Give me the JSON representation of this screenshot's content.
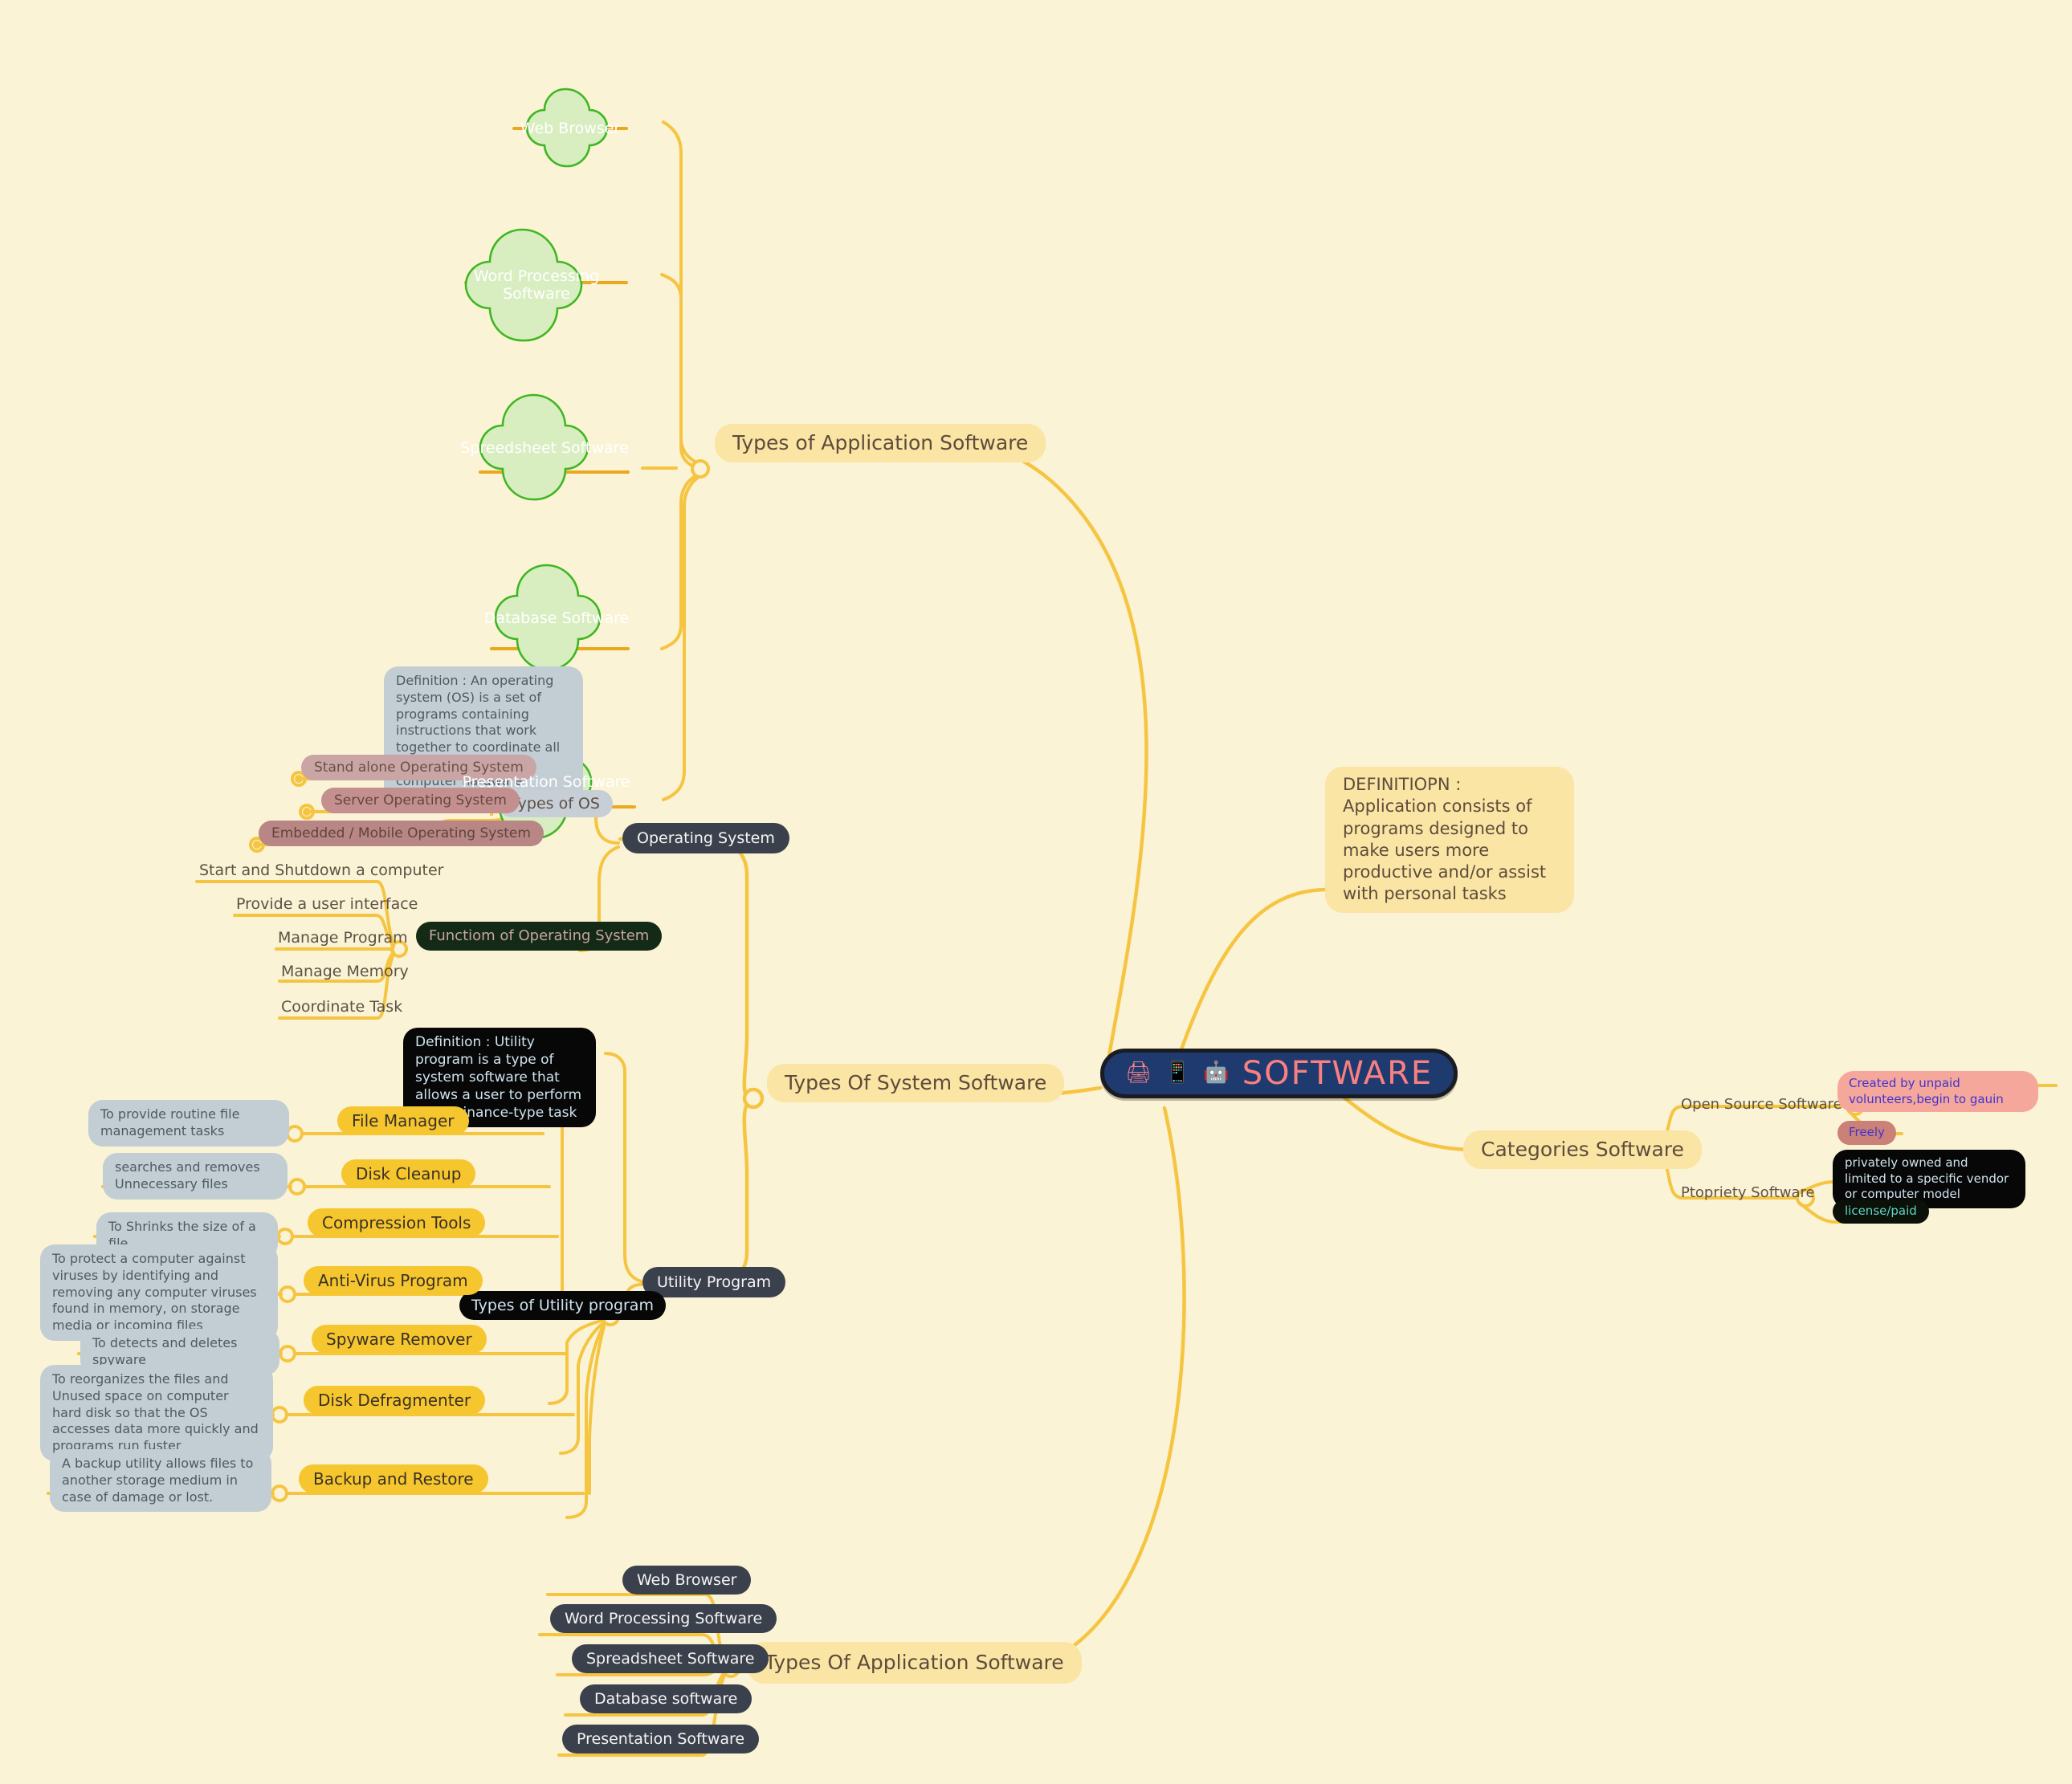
{
  "canvas": {
    "background": "#fbf3d5",
    "wire_color": "#f5c542"
  },
  "root": {
    "title": "SOFTWARE",
    "icons": [
      "printer-icon",
      "smartphone-icon",
      "windows-logo-icon"
    ],
    "bg": "#1f3a6e",
    "text_color": "#f98080"
  },
  "branches": {
    "types_of_application_software_top": {
      "label": "Types of Application Software",
      "children": [
        {
          "label": "Web Browser",
          "shape": "cloud"
        },
        {
          "label": "Word Processing Software",
          "shape": "cloud"
        },
        {
          "label": "Spreedsheet Software",
          "shape": "cloud"
        },
        {
          "label": "Database Software",
          "shape": "cloud"
        },
        {
          "label": "Presentation Software",
          "shape": "cloud"
        }
      ]
    },
    "types_of_system_software": {
      "label": "Types Of System Software",
      "children": [
        {
          "label": "Operating System",
          "definition": "Definition : An operating system (OS) is a set of programs containing instructions that work together to coordinate all the activities among computer hardware resources.",
          "sub": {
            "types_of_os": {
              "label": "Types of OS",
              "items": [
                "Stand alone Operating System",
                "Server Operating System",
                "Embedded / Mobile Operating System"
              ]
            },
            "functions": {
              "label": "Functiom of Operating System",
              "items": [
                "Start and Shutdown a computer",
                "Provide a user interface",
                "Manage Program",
                "Manage Memory",
                "Coordinate Task"
              ]
            }
          }
        },
        {
          "label": "Utility Program",
          "definition": "Definition : Utility program is a type of system software that allows a user to perform maintainance-type task",
          "types_label": "Types of Utility program",
          "types": [
            {
              "name": "File Manager",
              "desc": "To provide routine file management tasks"
            },
            {
              "name": "Disk Cleanup",
              "desc": "searches and removes Unnecessary files"
            },
            {
              "name": "Compression Tools",
              "desc": "To Shrinks the size of a file"
            },
            {
              "name": "Anti-Virus Program",
              "desc": "To protect a computer against viruses by identifying and removing any computer viruses found in memory, on storage media or incoming files"
            },
            {
              "name": "Spyware Remover",
              "desc": "To detects and deletes spyware"
            },
            {
              "name": "Disk Defragmenter",
              "desc": "To reorganizes the files and Unused space on computer hard disk so that the OS accesses data more quickly and programs run fuster"
            },
            {
              "name": "Backup and Restore",
              "desc": "A backup utility allows files to another storage medium in case of damage or lost."
            }
          ]
        }
      ]
    },
    "application_definition": {
      "text": "DEFINITIOPN :  Application consists of programs designed to make users more productive and/or assist with personal tasks"
    },
    "categories_software": {
      "label": "Categories Software",
      "children": [
        {
          "label": "Open Source Software",
          "items": [
            "Created by unpaid volunteers,begin to gauin",
            "Freely"
          ]
        },
        {
          "label": "Ptopriety Software",
          "items": [
            "privately owned and limited to a specific vendor or computer model",
            "license/paid"
          ]
        }
      ]
    },
    "types_of_application_software_bottom": {
      "label": "Types Of Application Software",
      "children": [
        "Web Browser",
        "Word Processing Software",
        "Spreadsheet Software",
        "Database software",
        "Presentation Software"
      ]
    }
  }
}
